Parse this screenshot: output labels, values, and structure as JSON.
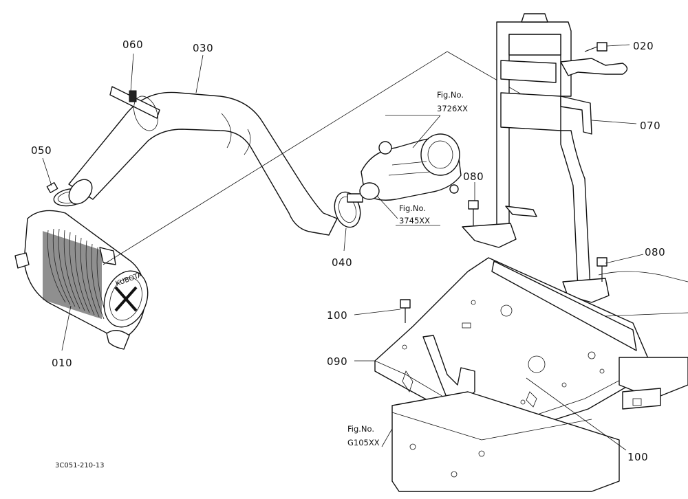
{
  "diagram": {
    "part_labels": {
      "p010": "010",
      "p020": "020",
      "p030": "030",
      "p040": "040",
      "p050": "050",
      "p060": "060",
      "p070": "070",
      "p080a": "080",
      "p080b": "080",
      "p090": "090",
      "p100a": "100",
      "p100b": "100"
    },
    "figure_refs": {
      "ref1_line1": "Fig.No.",
      "ref1_line2": "3726XX",
      "ref2_line1": "Fig.No.",
      "ref2_line2": "3745XX",
      "ref3_line1": "Fig.No.",
      "ref3_line2": "G105XX"
    },
    "drawing_code": "3C051-210-13",
    "filter_marking": "KUBOTA"
  }
}
